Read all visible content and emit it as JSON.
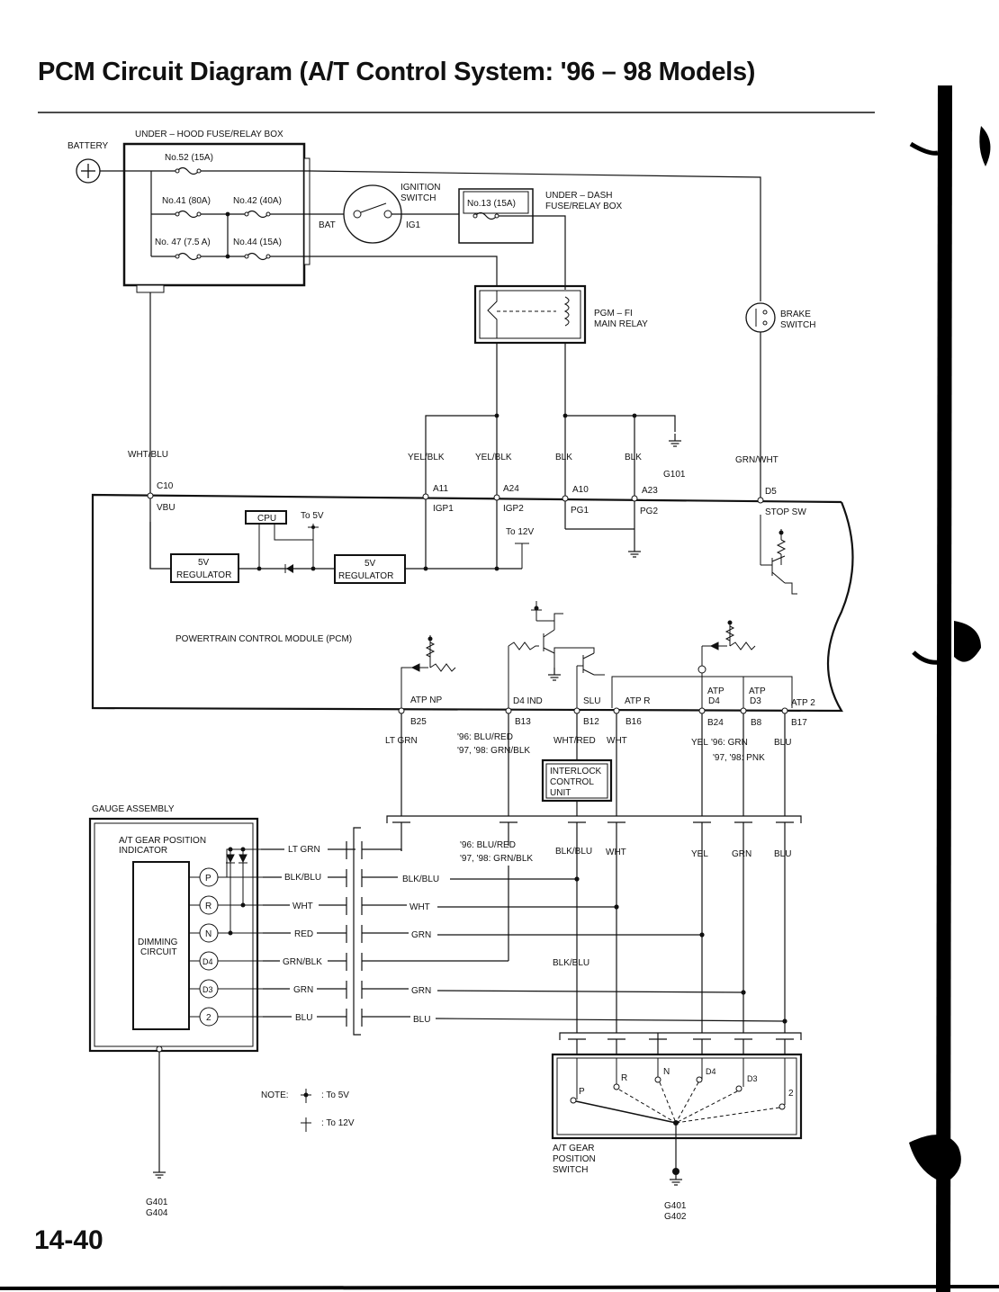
{
  "page": {
    "title": "PCM Circuit Diagram (A/T Control System: '96 – 98 Models)",
    "number": "14-40"
  },
  "labels": {
    "battery": "BATTERY",
    "underhood_box": "UNDER – HOOD FUSE/RELAY BOX",
    "fuse52": "No.52 (15A)",
    "fuse41": "No.41 (80A)",
    "fuse42": "No.42 (40A)",
    "fuse47": "No. 47 (7.5 A)",
    "fuse44": "No.44 (15A)",
    "bat": "BAT",
    "ig_switch_1": "IGNITION",
    "ig_switch_2": "SWITCH",
    "ig1": "IG1",
    "fuse13": "No.13 (15A)",
    "underdash_1": "UNDER – DASH",
    "underdash_2": "FUSE/RELAY BOX",
    "relay_1": "PGM – FI",
    "relay_2": "MAIN RELAY",
    "brake_1": "BRAKE",
    "brake_2": "SWITCH",
    "g101": "G101",
    "wht_blu": "WHT/BLU",
    "yel_blk": "YEL/BLK",
    "blk": "BLK",
    "grn_wht": "GRN/WHT",
    "c10": "C10",
    "vbu": "VBU",
    "a11": "A11",
    "igp1": "IGP1",
    "a24": "A24",
    "igp2": "IGP2",
    "a10": "A10",
    "pg1": "PG1",
    "a23": "A23",
    "pg2": "PG2",
    "d5": "D5",
    "stop_sw": "STOP SW",
    "cpu": "CPU",
    "to5v": "To 5V",
    "to12v": "To 12V",
    "reg_5v": "5V",
    "regulator": "REGULATOR",
    "pcm": "POWERTRAIN CONTROL MODULE (PCM)",
    "atp_np": "ATP NP",
    "d4_ind": "D4 IND",
    "slu": "SLU",
    "atp_r": "ATP R",
    "atp": "ATP",
    "d4": "D4",
    "d3": "D3",
    "atp2": "ATP 2",
    "b25": "B25",
    "b13": "B13",
    "b12": "B12",
    "b16": "B16",
    "b24": "B24",
    "b8": "B8",
    "b17": "B17",
    "lt_grn": "LT GRN",
    "w96_blu_red": "'96: BLU/RED",
    "w97_grn_blk": "'97, '98: GRN/BLK",
    "wht_red": "WHT/RED",
    "wht": "WHT",
    "yel": "YEL",
    "w96_grn": "'96: GRN",
    "blu": "BLU",
    "w97_pnk": "'97, '98: PNK",
    "interlock_1": "INTERLOCK",
    "interlock_2": "CONTROL",
    "interlock_3": "UNIT",
    "gauge_assembly": "GAUGE ASSEMBLY",
    "gpi_1": "A/T GEAR POSITION",
    "gpi_2": "INDICATOR",
    "dimming_1": "DIMMING",
    "dimming_2": "CIRCUIT",
    "pos_p": "P",
    "pos_r": "R",
    "pos_n": "N",
    "pos_d4": "D4",
    "pos_d3": "D3",
    "pos_2": "2",
    "blk_blu": "BLK/BLU",
    "red": "RED",
    "grn_blk": "GRN/BLK",
    "grn": "GRN",
    "note": "NOTE:",
    "note_5v": ": To 5V",
    "note_12v": ": To 12V",
    "atgps_1": "A/T GEAR",
    "atgps_2": "POSITION",
    "atgps_3": "SWITCH",
    "g401": "G401",
    "g404": "G404",
    "g402": "G402"
  }
}
